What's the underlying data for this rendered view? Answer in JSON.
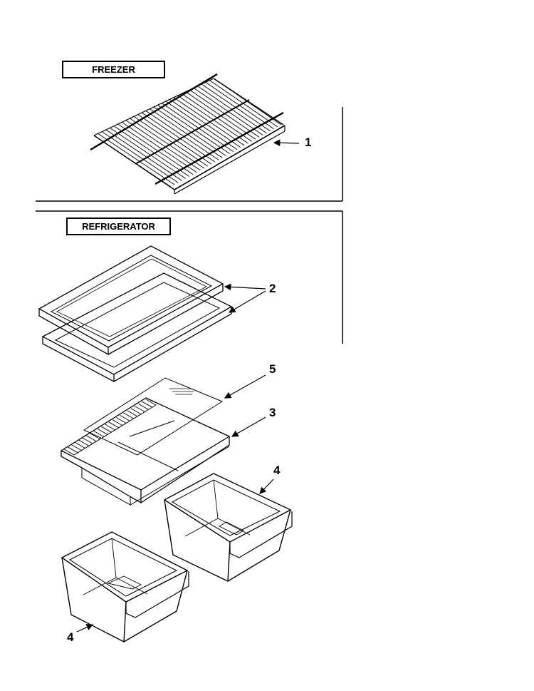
{
  "sections": {
    "freezer_label": "FREEZER",
    "refrigerator_label": "REFRIGERATOR"
  },
  "callouts": {
    "c1": "1",
    "c2": "2",
    "c3": "3",
    "c4a": "4",
    "c4b": "4",
    "c5": "5"
  }
}
